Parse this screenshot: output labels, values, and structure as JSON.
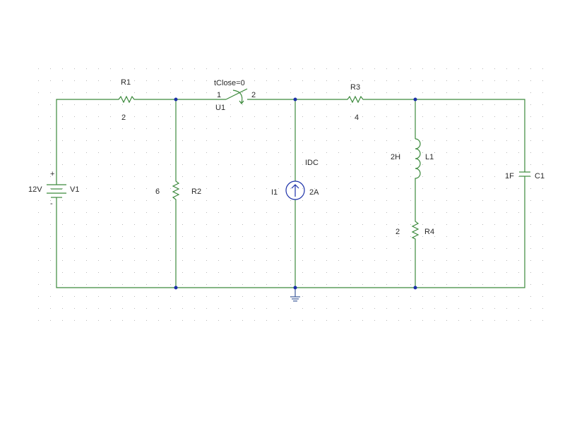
{
  "schematic": {
    "V1": {
      "ref": "V1",
      "value": "12V",
      "plus": "+",
      "minus": "-"
    },
    "R1": {
      "ref": "R1",
      "value": "2"
    },
    "R2": {
      "ref": "R2",
      "value": "6"
    },
    "U1": {
      "ref": "U1",
      "param": "tClose=0",
      "pin1": "1",
      "pin2": "2"
    },
    "I1": {
      "ref": "I1",
      "type": "IDC",
      "value": "2A"
    },
    "R3": {
      "ref": "R3",
      "value": "4"
    },
    "L1": {
      "ref": "L1",
      "value": "2H"
    },
    "R4": {
      "ref": "R4",
      "value": "2"
    },
    "C1": {
      "ref": "C1",
      "value": "1F"
    }
  },
  "colors": {
    "wire": "#3c8a3c",
    "junction": "#1a2fa8",
    "grid": "#b8b8b8"
  }
}
